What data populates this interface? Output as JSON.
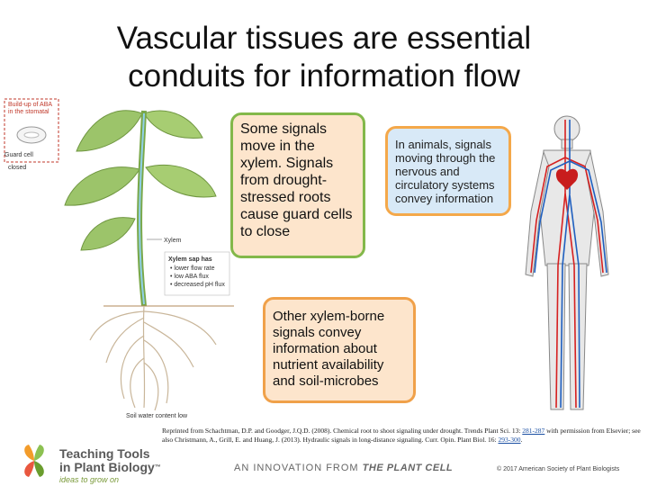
{
  "slide": {
    "title_line1": "Vascular tissues are essential",
    "title_line2": "conduits for information flow"
  },
  "plant_figure": {
    "label_aba": "Build-up of ABA",
    "label_stomata": "in the stomatal",
    "label_guard": "Guard cell",
    "label_closed": "closed",
    "label_xylem": "Xylem",
    "sap_heading": "Xylem sap has",
    "sap_items": [
      "• lower flow rate",
      "• low ABA flux",
      "• decreased pH flux"
    ],
    "label_soil": "Soil water content low"
  },
  "callouts": {
    "xylem_signals": "Some signals move in the xylem. Signals from drought-stressed roots cause guard cells to close",
    "animals": "In animals, signals moving through the nervous and circulatory systems convey information",
    "nutrients": "Other xylem-borne signals convey information about nutrient availability and soil-microbes"
  },
  "citation": {
    "part1": "Reprinted from Schachtman, D.P. and Goodger, J.Q.D. (2008). Chemical root to shoot signaling under drought. Trends Plant Sci. 13: ",
    "link1": "281-287",
    "part2": " with permission from Elsevier; see also Christmann, A., Grill, E. and Huang, J. (2013). Hydraulic signals in long-distance signaling. Curr. Opin. Plant Biol. 16: ",
    "link2": "293-300",
    "part3": "."
  },
  "footer": {
    "brand_line1": "Teaching Tools",
    "brand_line2": "in Plant Biology",
    "brand_tm": "™",
    "brand_tag": "ideas to grow on",
    "innovation_prefix": "AN INNOVATION FROM ",
    "innovation_journal": "THE PLANT CELL",
    "copyright": "© 2017 American Society of Plant Biologists"
  },
  "colors": {
    "accent_green": "#83b84a",
    "accent_orange": "#f0a14a",
    "callout_peach": "#fde5cc",
    "callout_blue": "#d8e9f7",
    "artery_red": "#d62020",
    "vein_blue": "#1f5fbf"
  }
}
